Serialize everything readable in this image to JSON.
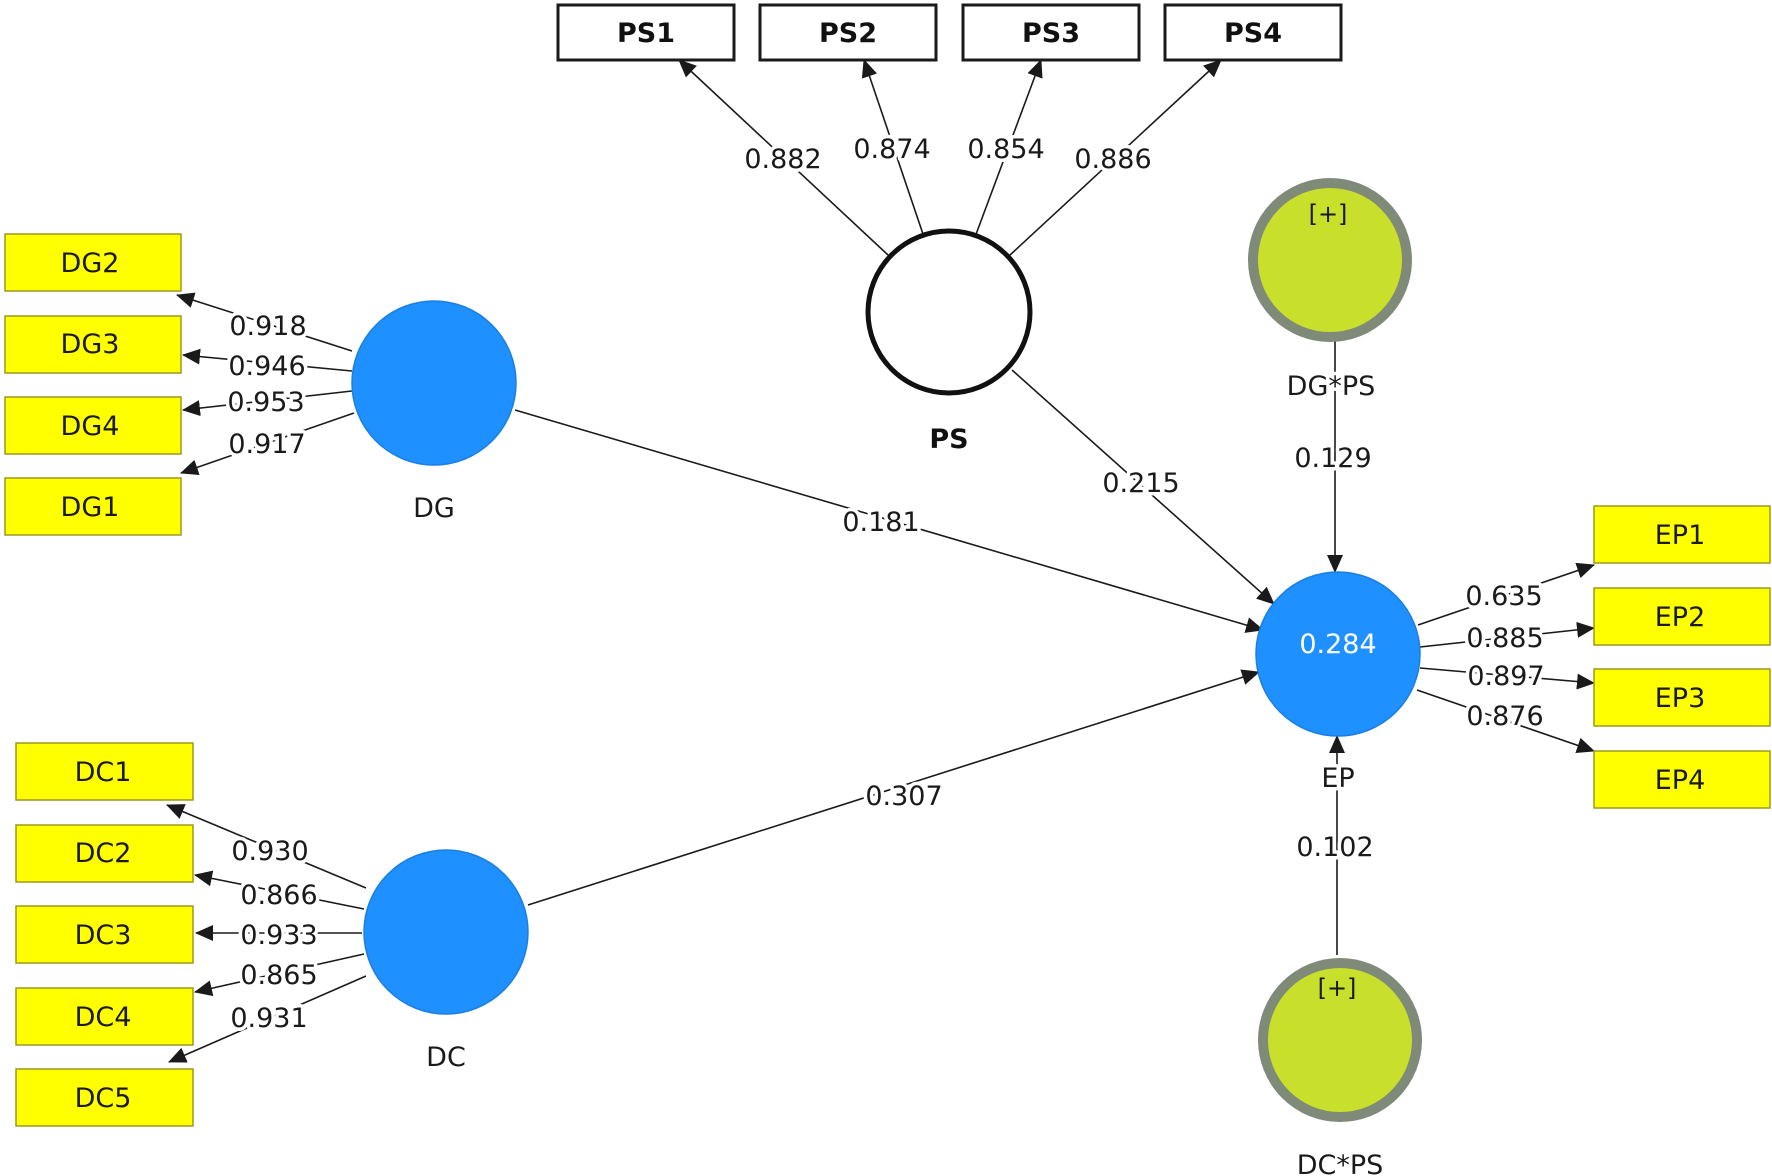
{
  "colors": {
    "latent_fill": "#1e90ff",
    "latent_alt_fill": "#ffffff",
    "moderator_fill": "#c8df2b",
    "moderator_ring": "#808a78",
    "indicator_fill": "#ffff00",
    "indicator_alt_fill": "#ffffff",
    "line": "#1a1a1a"
  },
  "constructs": {
    "DG": {
      "label": "DG"
    },
    "DC": {
      "label": "DC"
    },
    "PS": {
      "label": "PS"
    },
    "EP": {
      "label": "EP",
      "r_squared": "0.284"
    },
    "DGxPS": {
      "label": "DG*PS",
      "expand": "[+]"
    },
    "DCxPS": {
      "label": "DC*PS",
      "expand": "[+]"
    }
  },
  "indicators": {
    "DG": [
      {
        "name": "DG2",
        "loading": "0.918"
      },
      {
        "name": "DG3",
        "loading": "0.946"
      },
      {
        "name": "DG4",
        "loading": "0.953"
      },
      {
        "name": "DG1",
        "loading": "0.917"
      }
    ],
    "DC": [
      {
        "name": "DC1",
        "loading": "0.930"
      },
      {
        "name": "DC2",
        "loading": "0.866"
      },
      {
        "name": "DC3",
        "loading": "0.933"
      },
      {
        "name": "DC4",
        "loading": "0.865"
      },
      {
        "name": "DC5",
        "loading": "0.931"
      }
    ],
    "PS": [
      {
        "name": "PS1",
        "loading": "0.882"
      },
      {
        "name": "PS2",
        "loading": "0.874"
      },
      {
        "name": "PS3",
        "loading": "0.854"
      },
      {
        "name": "PS4",
        "loading": "0.886"
      }
    ],
    "EP": [
      {
        "name": "EP1",
        "loading": "0.635"
      },
      {
        "name": "EP2",
        "loading": "0.885"
      },
      {
        "name": "EP3",
        "loading": "0.897"
      },
      {
        "name": "EP4",
        "loading": "0.876"
      }
    ]
  },
  "paths": {
    "DG_EP": "0.181",
    "DC_EP": "0.307",
    "PS_EP": "0.215",
    "DGxPS_EP": "0.129",
    "DCxPS_EP": "0.102"
  }
}
